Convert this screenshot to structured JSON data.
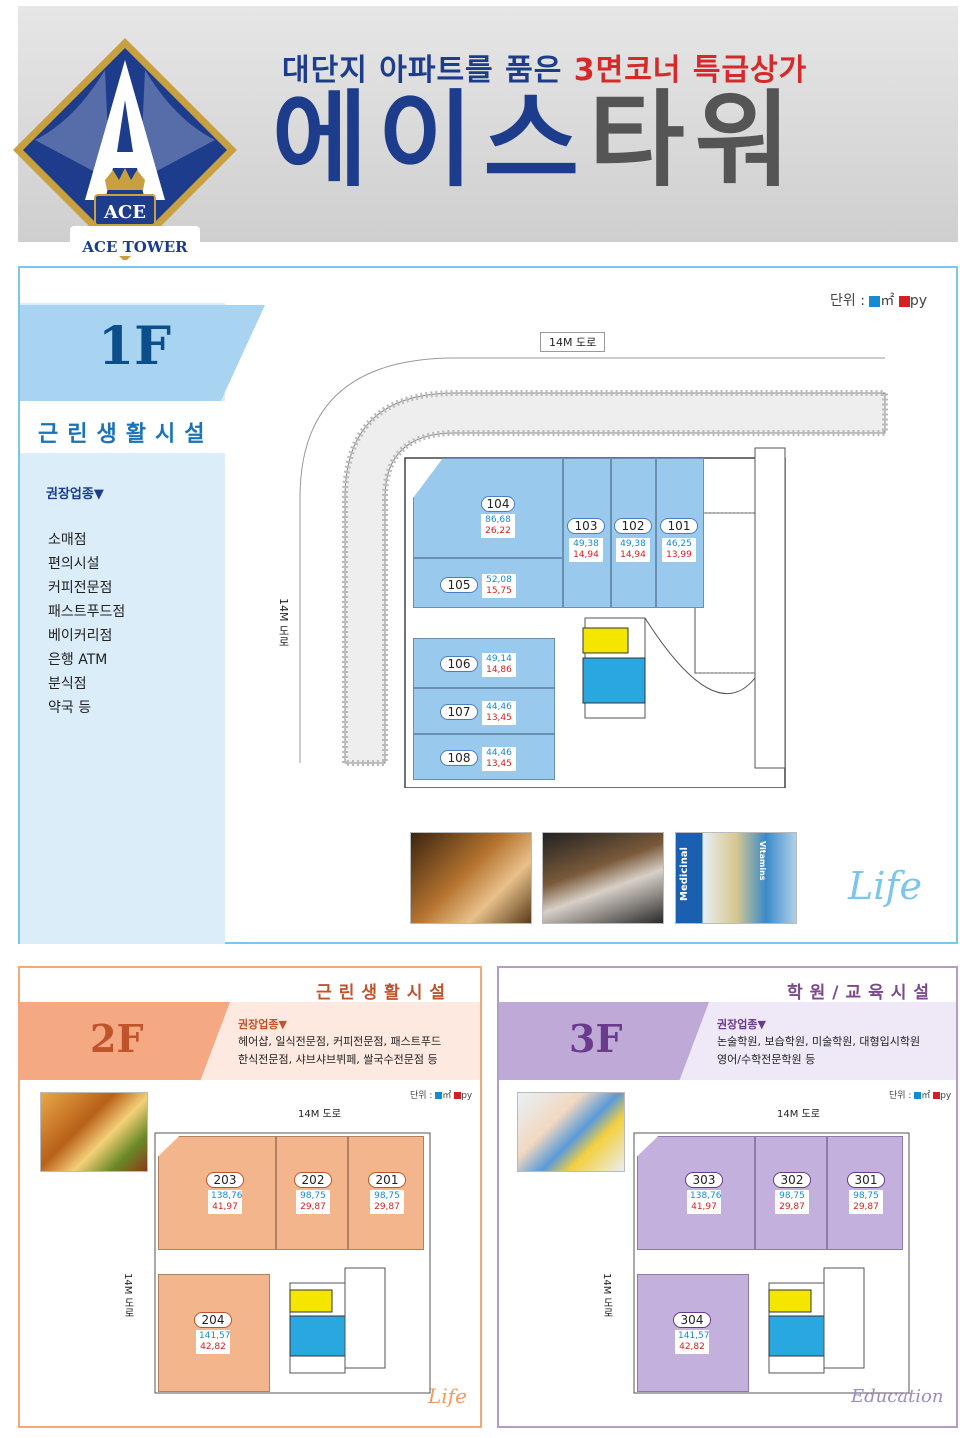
{
  "header": {
    "tagline_a": "대단지 아파트를 품은 ",
    "tagline_b": "3면코너 특급상가",
    "title_a": "에이스",
    "title_b": "타워",
    "logo_letter": "A",
    "logo_badge": "ACE",
    "logo_name": "ACE TOWER"
  },
  "floor1": {
    "label": "1F",
    "category": "근린생활시설",
    "recommend_title": "권장업종▼",
    "recommend": [
      "소매점",
      "편의시설",
      "커피전문점",
      "패스트푸드점",
      "베이커리점",
      "은행 ATM",
      "분식점",
      "약국 등"
    ],
    "unit_label": "단위 : ",
    "unit_m": "㎡",
    "unit_py": "py",
    "road_top": "14M 도로",
    "road_left": "14M 도로",
    "rooms": [
      {
        "num": "104",
        "m": "86,68",
        "py": "26,22"
      },
      {
        "num": "103",
        "m": "49,38",
        "py": "14,94"
      },
      {
        "num": "102",
        "m": "49,38",
        "py": "14,94"
      },
      {
        "num": "101",
        "m": "46,25",
        "py": "13,99"
      },
      {
        "num": "105",
        "m": "52,08",
        "py": "15,75"
      },
      {
        "num": "106",
        "m": "49,14",
        "py": "14,86"
      },
      {
        "num": "107",
        "m": "44,46",
        "py": "13,45"
      },
      {
        "num": "108",
        "m": "44,46",
        "py": "13,45"
      }
    ],
    "photo_text": "Medicinal",
    "photo_text2": "Vitamins",
    "script": "Life"
  },
  "floor2": {
    "label": "2F",
    "category": "근린생활시설",
    "recommend_title": "권장업종▼",
    "recommend_line1": "헤어샵, 일식전문점, 커피전문점, 패스트푸드",
    "recommend_line2": "한식전문점, 샤브샤브뷔페, 쌀국수전문점 등",
    "unit_label": "단위 : ",
    "unit_m": "㎡",
    "unit_py": "py",
    "road_top": "14M 도로",
    "road_left": "14M 도로",
    "rooms": [
      {
        "num": "203",
        "m": "138,76",
        "py": "41,97"
      },
      {
        "num": "202",
        "m": "98,75",
        "py": "29,87"
      },
      {
        "num": "201",
        "m": "98,75",
        "py": "29,87"
      },
      {
        "num": "204",
        "m": "141,57",
        "py": "42,82"
      }
    ],
    "script": "Life"
  },
  "floor3": {
    "label": "3F",
    "category": "학원/교육시설",
    "recommend_title": "권장업종▼",
    "recommend_line1": "논술학원, 보습학원, 미술학원, 대형입시학원",
    "recommend_line2": "영어/수학전문학원 등",
    "unit_label": "단위 : ",
    "unit_m": "㎡",
    "unit_py": "py",
    "road_top": "14M 도로",
    "road_left": "14M 도로",
    "rooms": [
      {
        "num": "303",
        "m": "138,76",
        "py": "41,97"
      },
      {
        "num": "302",
        "m": "98,75",
        "py": "29,87"
      },
      {
        "num": "301",
        "m": "98,75",
        "py": "29,87"
      },
      {
        "num": "304",
        "m": "141,57",
        "py": "42,82"
      }
    ],
    "script": "Education"
  }
}
